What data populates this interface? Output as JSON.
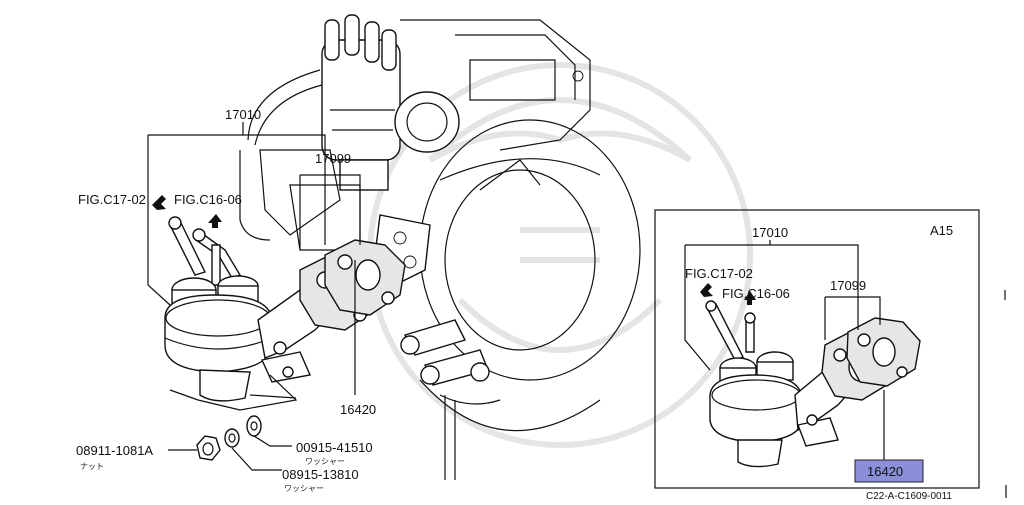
{
  "main_view": {
    "callouts": {
      "assembly": "17010",
      "gasket": "17099",
      "fig_c17": "FIG.C17-02",
      "fig_c16": "FIG.C16-06",
      "insulator": "16420",
      "nut_code": "08911-1081A",
      "nut_jp": "ナット",
      "washer1_code": "00915-41510",
      "washer1_jp": "ワッシャー",
      "washer2_code": "08915-13810",
      "washer2_jp": "ワッシャー"
    }
  },
  "inset_view": {
    "variant": "A15",
    "callouts": {
      "assembly": "17010",
      "gasket": "17099",
      "fig_c17": "FIG.C17-02",
      "fig_c16": "FIG.C16-06",
      "insulator_highlighted": "16420"
    },
    "highlight_color": "#8a8fd8"
  },
  "footer": {
    "diagram_code": "C22-A-C1609-0011"
  }
}
